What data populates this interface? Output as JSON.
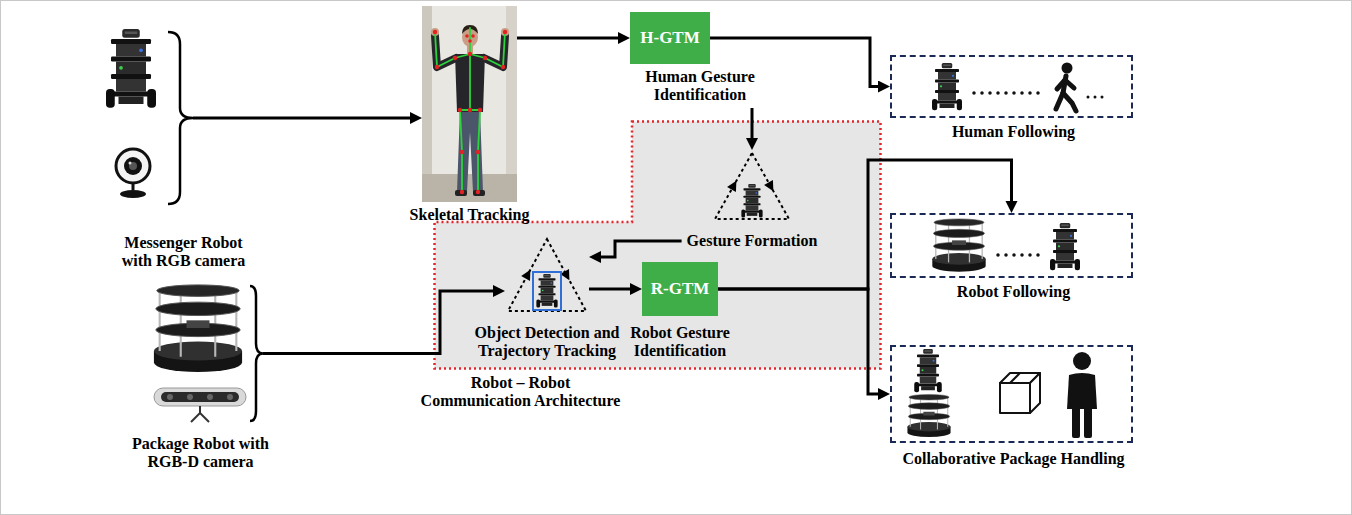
{
  "diagram": {
    "nodes": [
      {
        "text": [
          "Messenger Robot with RGB camera"
        ]
      },
      {
        "text": [
          "Skeletal Tracking"
        ]
      },
      {
        "text": [
          "H-GTM",
          "Human Gesture Identification"
        ]
      },
      {
        "text": [
          "Human Following"
        ]
      },
      {
        "text": [
          "Robot – Robot Communication Architecture"
        ]
      },
      {
        "text": [
          "Gesture Formation"
        ],
        "in": 4
      },
      {
        "text": [
          "Object Detection and Trajectory Tracking"
        ],
        "in": 4
      },
      {
        "text": [
          "R-GTM",
          "Robot Gesture Identification"
        ],
        "in": 4
      },
      {
        "text": [
          "Robot Following"
        ]
      },
      {
        "text": [
          "Package Robot with RGB-D camera"
        ]
      },
      {
        "text": [
          "Collaborative Package Handling"
        ]
      }
    ],
    "edges": [
      {
        "from": 0,
        "to": 1,
        "arrow": "to"
      },
      {
        "from": 1,
        "to": 2,
        "arrow": "to"
      },
      {
        "from": 2,
        "to": 3,
        "arrow": "to"
      },
      {
        "from": 2,
        "to": 5,
        "arrow": "to"
      },
      {
        "from": 5,
        "to": 6,
        "arrow": "to"
      },
      {
        "from": 9,
        "to": 6,
        "arrow": "to"
      },
      {
        "from": 6,
        "to": 7,
        "arrow": "to"
      },
      {
        "from": 7,
        "to": 8,
        "arrow": "to"
      },
      {
        "from": 7,
        "to": 10,
        "arrow": "to"
      }
    ]
  }
}
